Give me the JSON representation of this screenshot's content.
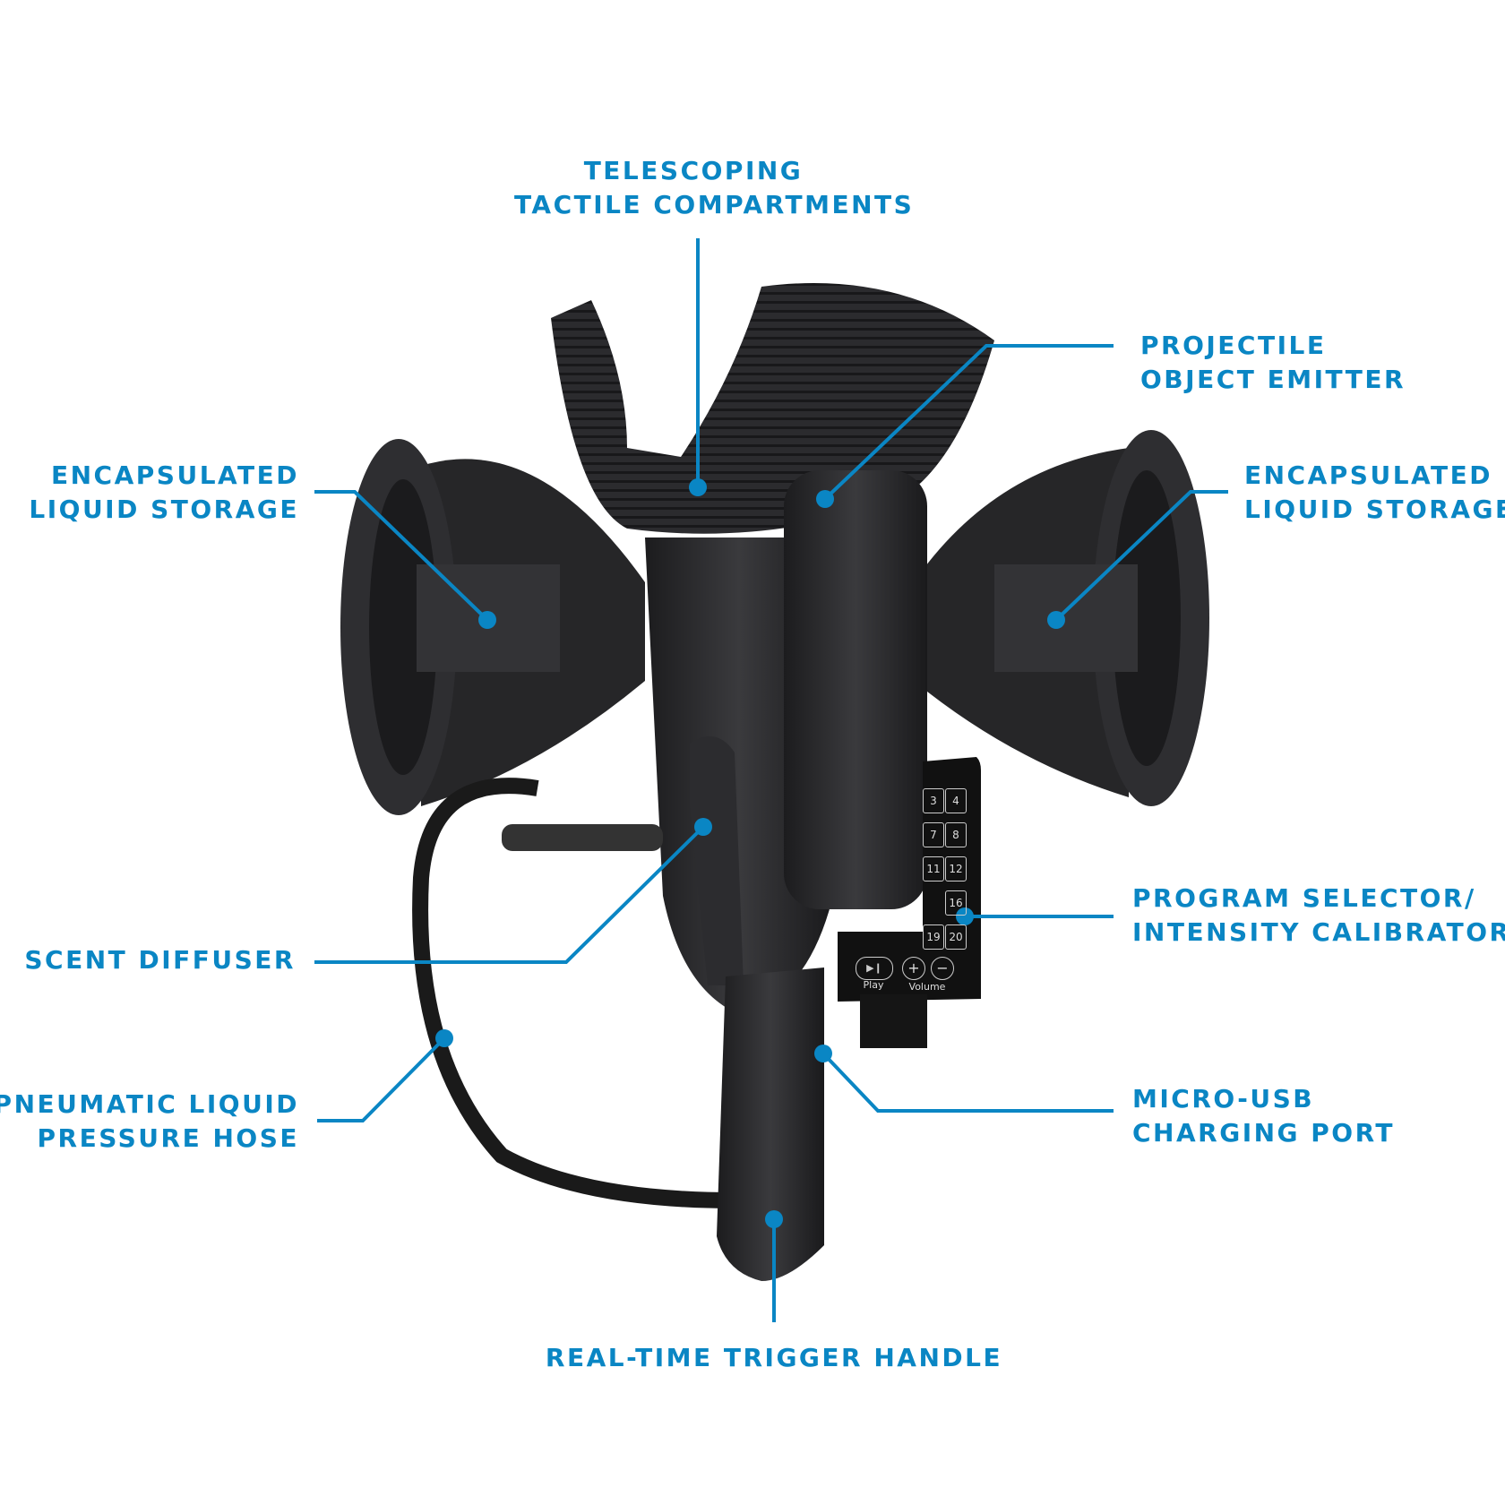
{
  "labels": {
    "telescoping": [
      "TELESCOPING",
      "TACTILE COMPARTMENTS"
    ],
    "projectile": [
      "PROJECTILE",
      "OBJECT EMITTER"
    ],
    "storage_left": [
      "ENCAPSULATED",
      "LIQUID STORAGE"
    ],
    "storage_right": [
      "ENCAPSULATED",
      "LIQUID STORAGE"
    ],
    "program": [
      "PROGRAM SELECTOR/",
      "INTENSITY CALIBRATOR"
    ],
    "usb": [
      "MICRO-USB",
      "CHARGING PORT"
    ],
    "scent": [
      "SCENT DIFFUSER"
    ],
    "hose": [
      "PNEUMATIC LIQUID",
      "PRESSURE HOSE"
    ],
    "trigger": [
      "REAL-TIME TRIGGER HANDLE"
    ]
  },
  "keypad": {
    "keys": [
      "3",
      "4",
      "7",
      "8",
      "11",
      "12",
      "16",
      "19",
      "20"
    ],
    "play": "Play",
    "volume": "Volume",
    "plus": "+",
    "minus": "−"
  },
  "colors": {
    "accent": "#0a86c4",
    "device": "#2a2a2c"
  }
}
